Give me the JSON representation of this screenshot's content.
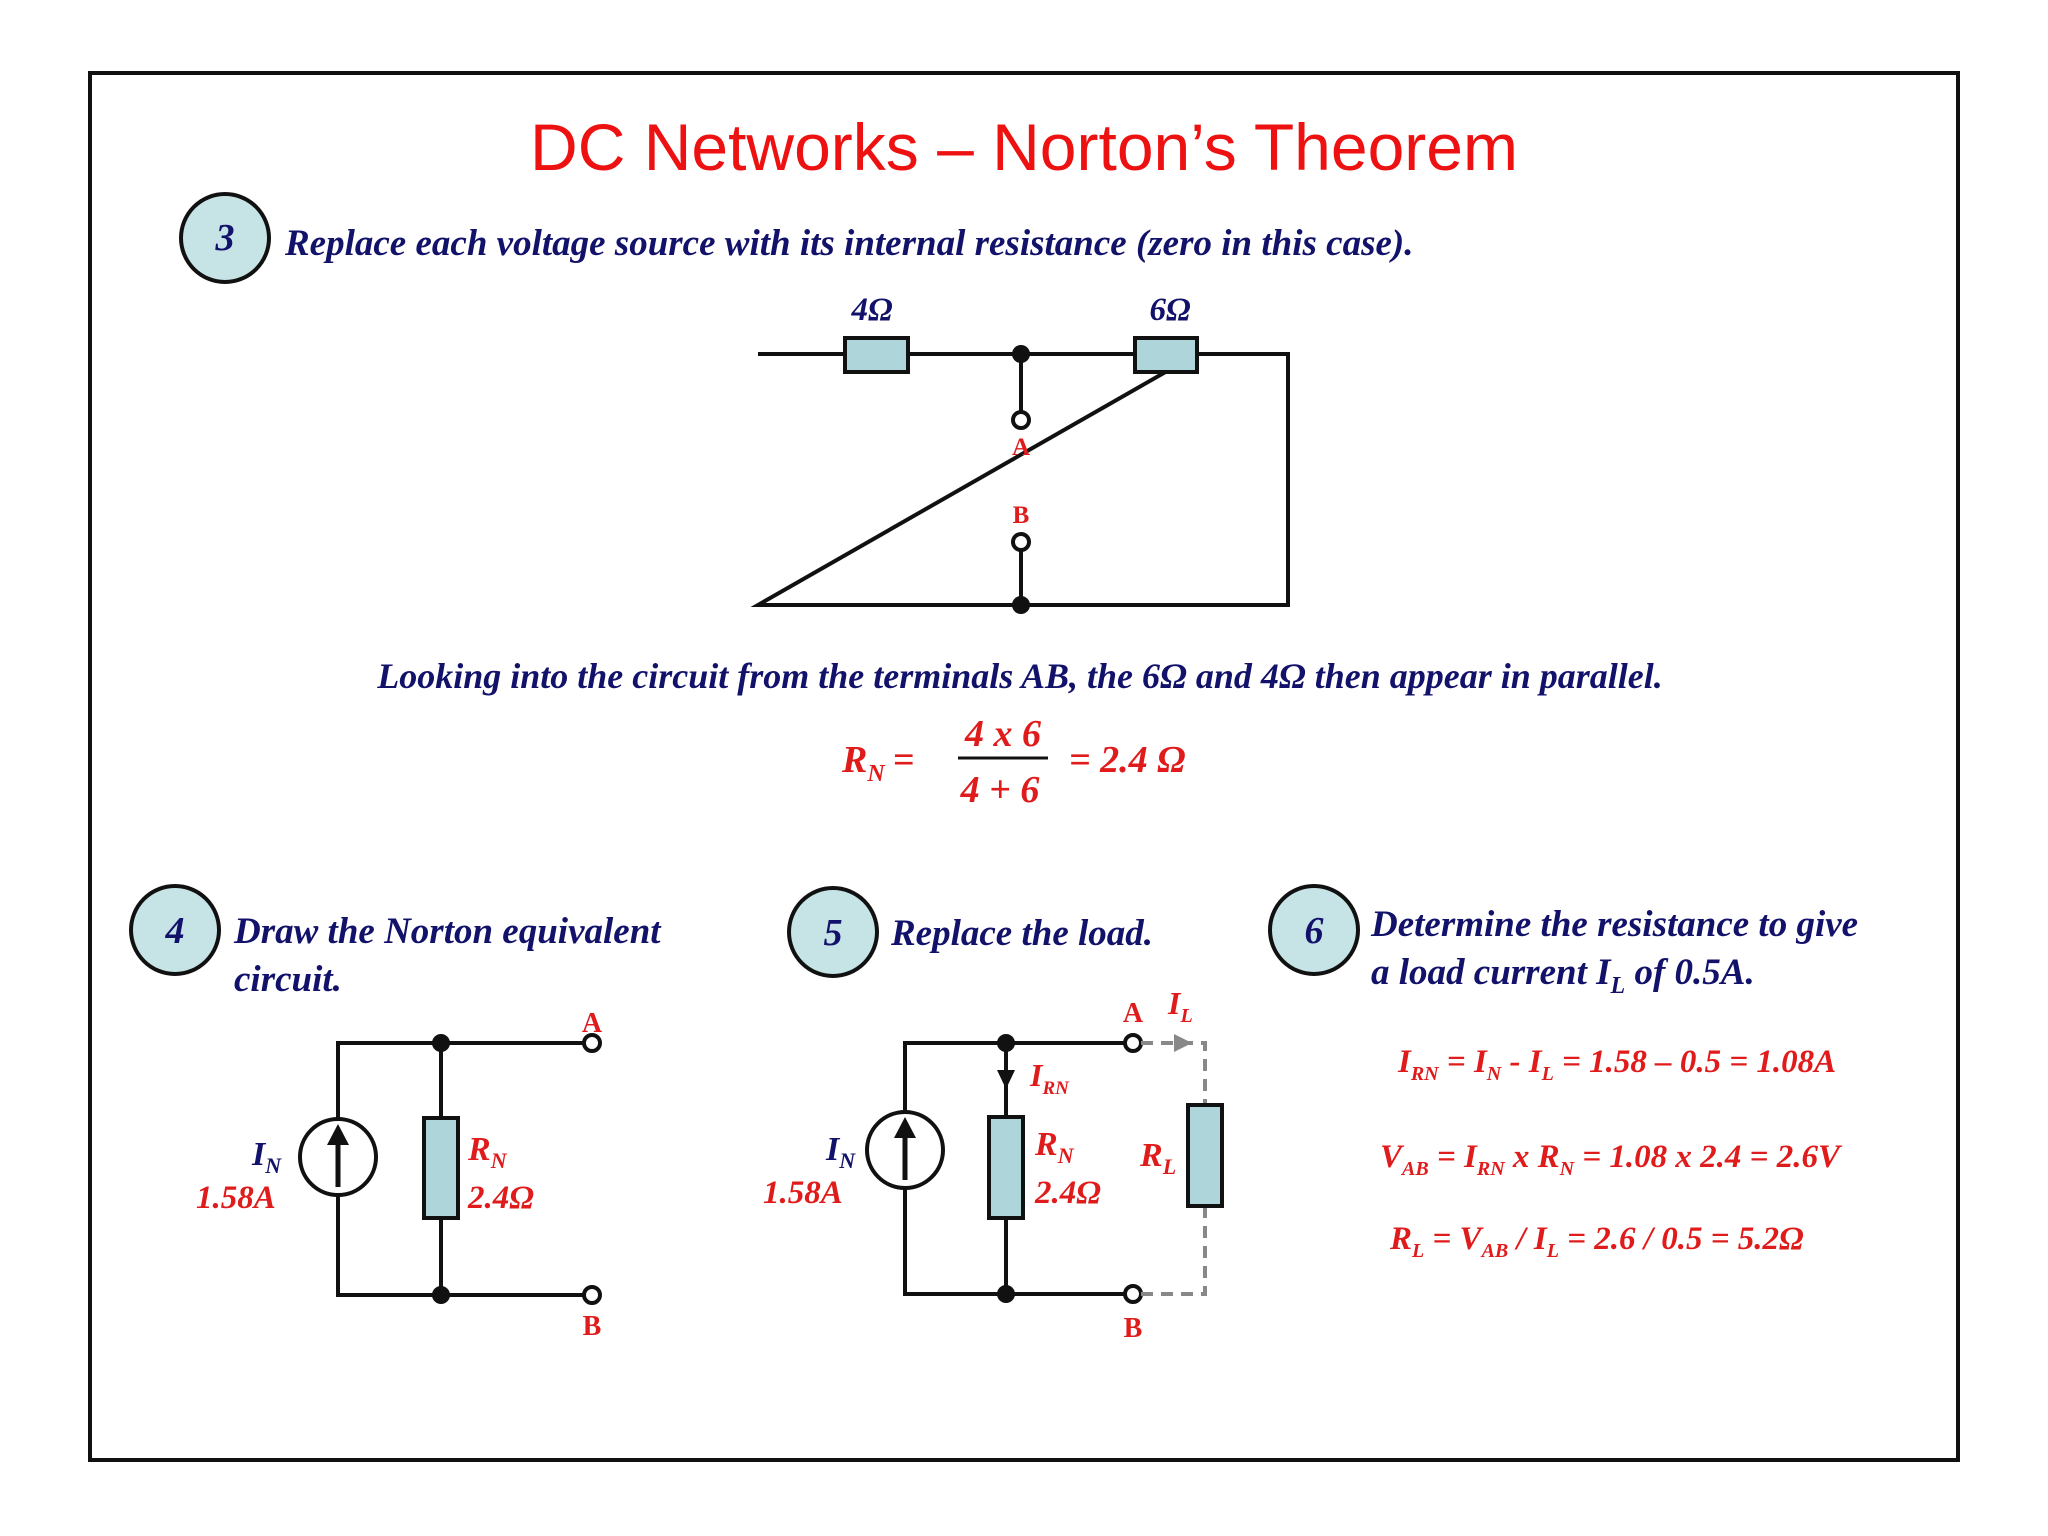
{
  "title": "DC Networks – Norton’s Theorem",
  "step3": {
    "number": "3",
    "text": "Replace each voltage source with its internal resistance (zero in this case).",
    "r1_label": "4Ω",
    "r2_label": "6Ω",
    "terminal_a": "A",
    "terminal_b": "B",
    "explanation": "Looking into the circuit from the terminals AB, the 6Ω and 4Ω then appear in parallel.",
    "rn_lhs": "R",
    "rn_sub": "N",
    "rn_equals": "=",
    "numerator": "4 x 6",
    "denominator": "4 + 6",
    "result": "= 2.4 Ω"
  },
  "step4": {
    "number": "4",
    "text_line1": "Draw the Norton equivalent",
    "text_line2": "circuit.",
    "source_label": "I",
    "source_sub": "N",
    "source_value": "1.58A",
    "res_label": "R",
    "res_sub": "N",
    "res_value": "2.4Ω",
    "terminal_a": "A",
    "terminal_b": "B"
  },
  "step5": {
    "number": "5",
    "text": "Replace the load.",
    "source_label": "I",
    "source_sub": "N",
    "source_value": "1.58A",
    "branch_current": "I",
    "branch_current_sub": "RN",
    "res_label": "R",
    "res_sub": "N",
    "res_value": "2.4Ω",
    "load_label": "R",
    "load_sub": "L",
    "load_current": "I",
    "load_current_sub": "L",
    "terminal_a": "A",
    "terminal_b": "B"
  },
  "step6": {
    "number": "6",
    "text_line1": "Determine the resistance to give",
    "text_line2_a": "a load current I",
    "text_line2_sub": "L",
    "text_line2_b": " of 0.5A.",
    "eq1": {
      "a": "I",
      "a_sub": "RN",
      "b": " = I",
      "b_sub": "N",
      "c": " - I",
      "c_sub": "L",
      "d": " = 1.58 – 0.5 = 1.08A"
    },
    "eq2": {
      "a": "V",
      "a_sub": "AB",
      "b": " = I",
      "b_sub": "RN",
      "c": " x R",
      "c_sub": "N",
      "d": " = 1.08 x 2.4 = 2.6V"
    },
    "eq3": {
      "a": "R",
      "a_sub": "L",
      "b": " = V",
      "b_sub": "AB",
      "c": " / I",
      "c_sub": "L",
      "d": " = 2.6 / 0.5 = 5.2Ω"
    }
  }
}
